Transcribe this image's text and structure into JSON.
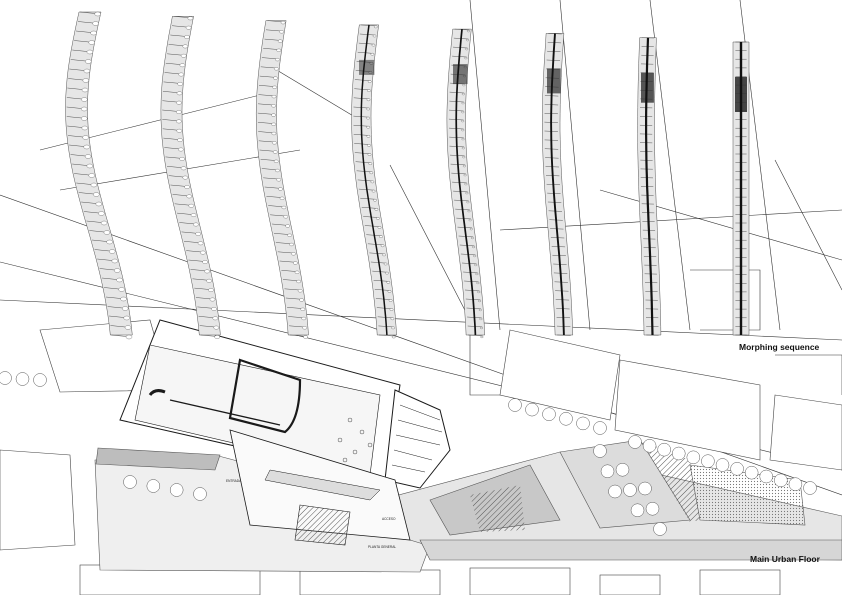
{
  "captions": {
    "morphing": "Morphing sequence",
    "urban_floor": "Main Urban Floor"
  },
  "plan_labels": {
    "planta_general": "PLANTA GENERAL",
    "entrada": "ENTRADA",
    "acceso": "ACCESO"
  },
  "sequence": {
    "stage_count": 8
  },
  "colors": {
    "ink": "#1a1a1a",
    "bone": "#e6e6e6",
    "paving_light": "#efefef",
    "paving_mid": "#d9d9d9",
    "paving_dark": "#bdbdbd"
  }
}
